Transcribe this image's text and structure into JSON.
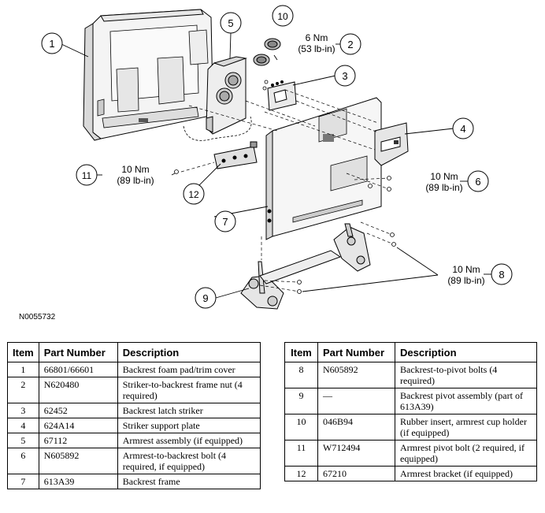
{
  "figure_id": "N0055732",
  "callouts": {
    "c1": "1",
    "c2": "2",
    "c3": "3",
    "c4": "4",
    "c5": "5",
    "c6": "6",
    "c7": "7",
    "c8": "8",
    "c9": "9",
    "c10": "10",
    "c11": "11",
    "c12": "12"
  },
  "torques": {
    "t2_nm": "6 Nm",
    "t2_lb": "(53 lb-in)",
    "t6_nm": "10 Nm",
    "t6_lb": "(89 lb-in)",
    "t8_nm": "10 Nm",
    "t8_lb": "(89 lb-in)",
    "t11_nm": "10 Nm",
    "t11_lb": "(89 lb-in)"
  },
  "table_headers": {
    "item": "Item",
    "part": "Part Number",
    "desc": "Description"
  },
  "left_rows": [
    {
      "item": "1",
      "part": "66801/66601",
      "desc": "Backrest foam pad/trim cover"
    },
    {
      "item": "2",
      "part": "N620480",
      "desc": "Striker-to-backrest frame nut (4 required)"
    },
    {
      "item": "3",
      "part": "62452",
      "desc": "Backrest latch striker"
    },
    {
      "item": "4",
      "part": "624A14",
      "desc": "Striker support plate"
    },
    {
      "item": "5",
      "part": "67112",
      "desc": "Armrest assembly (if equipped)"
    },
    {
      "item": "6",
      "part": "N605892",
      "desc": "Armrest-to-backrest bolt (4 required, if equipped)"
    },
    {
      "item": "7",
      "part": "613A39",
      "desc": "Backrest frame"
    }
  ],
  "right_rows": [
    {
      "item": "8",
      "part": "N605892",
      "desc": "Backrest-to-pivot bolts (4 required)"
    },
    {
      "item": "9",
      "part": "—",
      "desc": "Backrest pivot assembly (part of 613A39)"
    },
    {
      "item": "10",
      "part": "046B94",
      "desc": "Rubber insert, armrest cup holder (if equipped)"
    },
    {
      "item": "11",
      "part": "W712494",
      "desc": "Armrest pivot bolt (2 required, if equipped)"
    },
    {
      "item": "12",
      "part": "67210",
      "desc": "Armrest bracket (if equipped)"
    }
  ]
}
